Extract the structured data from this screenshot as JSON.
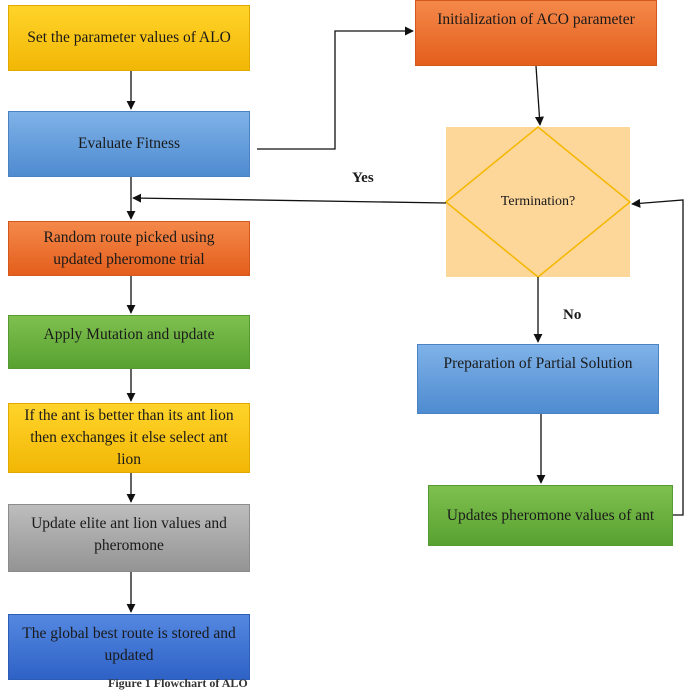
{
  "nodes": {
    "set_params": "Set the parameter values of ALO",
    "evaluate_fitness": "Evaluate Fitness",
    "random_route": "Random route picked using updated pheromone trial",
    "apply_mutation": "Apply Mutation and update",
    "ant_better": "If the ant is better than its ant lion then exchanges it else select ant lion",
    "update_elite": "Update elite ant lion values and pheromone",
    "global_best": "The global best route is stored and updated",
    "init_aco": "Initialization of ACO parameter",
    "termination": "Termination?",
    "partial_solution": "Preparation of Partial Solution",
    "update_pheromone": "Updates pheromone values of ant"
  },
  "labels": {
    "yes": "Yes",
    "no": "No"
  },
  "caption": "Figure 1 Flowchart of ALO",
  "colors": {
    "yellow": "#f2b705",
    "blue": "#5b9bd5",
    "orange": "#ed7d31",
    "green": "#70ad47",
    "gray": "#a5a5a5",
    "dark_blue": "#4472c4",
    "decision_fill": "#fdd69a",
    "decision_stroke": "#f5b800"
  }
}
